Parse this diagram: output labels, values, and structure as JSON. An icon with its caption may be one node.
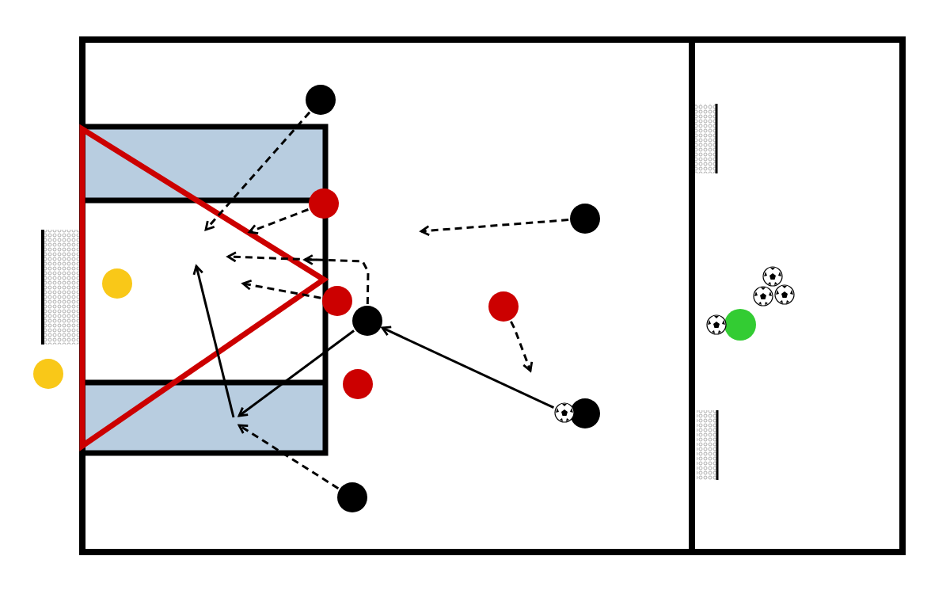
{
  "diagram": {
    "nodes": [
      {
        "text": [],
        "shape": "circle"
      },
      {
        "text": [],
        "shape": "circle"
      },
      {
        "text": [],
        "shape": "circle"
      },
      {
        "text": [],
        "shape": "circle"
      },
      {
        "text": [],
        "shape": "circle"
      },
      {
        "text": [],
        "shape": "circle"
      },
      {
        "text": [],
        "shape": "circle"
      },
      {
        "text": [],
        "shape": "circle"
      },
      {
        "text": [],
        "shape": "circle"
      },
      {
        "text": [],
        "shape": "circle"
      },
      {
        "text": [],
        "shape": "ball"
      },
      {
        "text": [],
        "shape": "circle"
      },
      {
        "text": [],
        "shape": "circle"
      },
      {
        "text": [],
        "shape": "box"
      },
      {
        "text": [],
        "shape": "box"
      }
    ],
    "edges": [
      {
        "from": 0,
        "to": null,
        "arrow": "to",
        "style": "dashed"
      },
      {
        "from": 1,
        "to": null,
        "arrow": "to",
        "style": "dashed"
      },
      {
        "from": 2,
        "to": null,
        "arrow": "to",
        "style": "dashed"
      },
      {
        "from": 6,
        "to": null,
        "arrow": "to",
        "style": "dashed"
      },
      {
        "from": 4,
        "to": null,
        "arrow": "to",
        "style": "dashed"
      },
      {
        "from": 5,
        "to": null,
        "arrow": "to",
        "style": "dashed"
      },
      {
        "from": 10,
        "to": 6,
        "arrow": "to"
      },
      {
        "from": 6,
        "to": 14,
        "arrow": "to"
      },
      {
        "from": 14,
        "to": null,
        "arrow": "to"
      },
      {
        "from": 12,
        "to": 14,
        "arrow": "to",
        "style": "dashed"
      }
    ]
  }
}
